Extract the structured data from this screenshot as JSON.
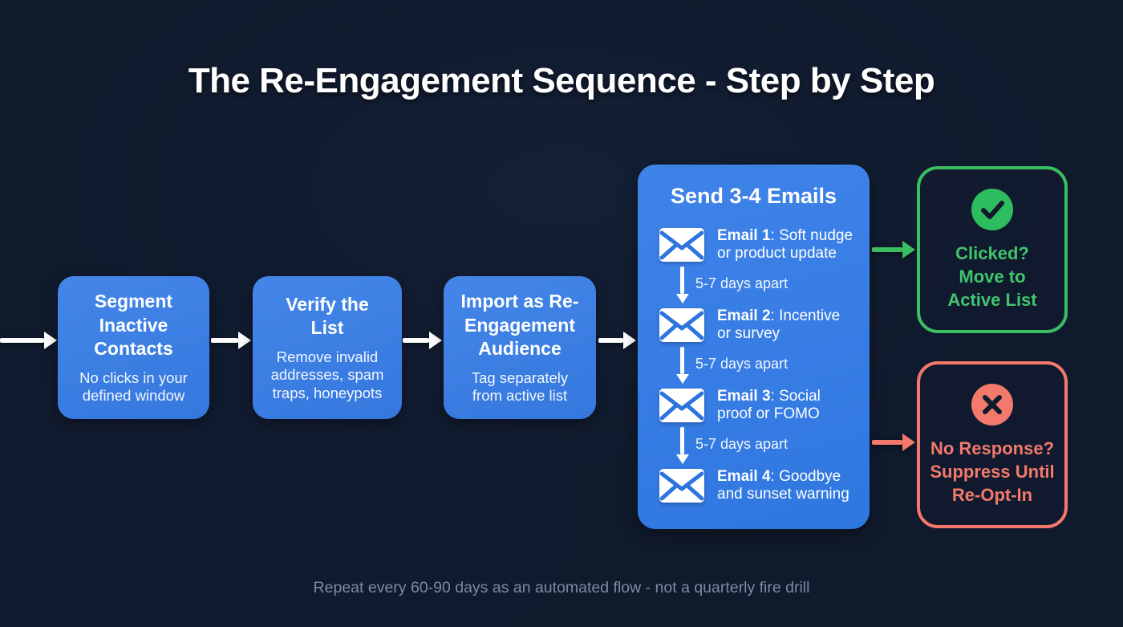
{
  "title": "The Re-Engagement Sequence - Step by Step",
  "steps": [
    {
      "heading": "Segment Inactive Contacts",
      "subtext": "No clicks in your defined window"
    },
    {
      "heading": "Verify the List",
      "subtext": "Remove invalid addresses, spam traps, honeypots"
    },
    {
      "heading": "Import as Re-Engagement Audience",
      "subtext": "Tag separately from active list"
    }
  ],
  "email_box": {
    "title": "Send 3-4 Emails",
    "gap_label": "5-7 days apart",
    "emails": [
      {
        "label": "Email 1",
        "description": ": Soft nudge or product update"
      },
      {
        "label": "Email 2",
        "description": ": Incentive or survey"
      },
      {
        "label": "Email 3",
        "description": ": Social proof or FOMO"
      },
      {
        "label": "Email 4",
        "description": ": Goodbye and sunset warning"
      }
    ]
  },
  "outcomes": {
    "clicked": {
      "text": "Clicked?\nMove to\nActive List"
    },
    "no_response": {
      "text": "No Response?\nSuppress Until\nRe-Opt-In"
    }
  },
  "footer": "Repeat every 60-90 days as an automated flow - not a quarterly fire drill",
  "colors": {
    "background": "#101a2d",
    "box_blue": "#3a7de2",
    "success_green": "#3bbd62",
    "failure_red": "#f2796b",
    "arrow_white": "#ffffff",
    "footer_text": "#7c89a1"
  }
}
